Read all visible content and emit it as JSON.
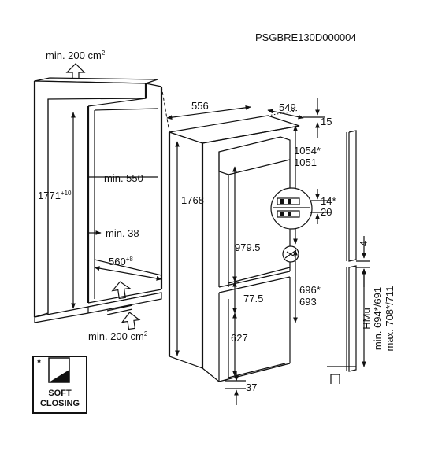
{
  "product_code": "PSGBRE130D000004",
  "ventilation": {
    "top_label": "min. 200 cm",
    "top_exp": "2",
    "bottom_label": "min. 200 cm",
    "bottom_exp": "2"
  },
  "niche": {
    "height_main": "1771",
    "height_tol": "+10",
    "depth_min": "min. 550",
    "gap_min": "min. 38",
    "width_main": "560",
    "width_tol": "+8"
  },
  "appliance": {
    "width": "556",
    "depth": "549",
    "top_offset": "15",
    "height": "1768",
    "door_a": "1054*",
    "door_b": "1051",
    "upper_door": "979.5",
    "detail_a": "14*",
    "detail_b": "20",
    "lower_a": "696*",
    "lower_b": "693",
    "hinge_gap": "77.5",
    "lower_door": "627",
    "bottom_offset": "37"
  },
  "furniture_door": {
    "gap": "4",
    "hmu": "HMu",
    "min_range": "min. 694*/691",
    "max_range": "max. 708*/711"
  },
  "badge": {
    "asterisk": "*",
    "line1": "SOFT",
    "line2": "CLOSING"
  }
}
